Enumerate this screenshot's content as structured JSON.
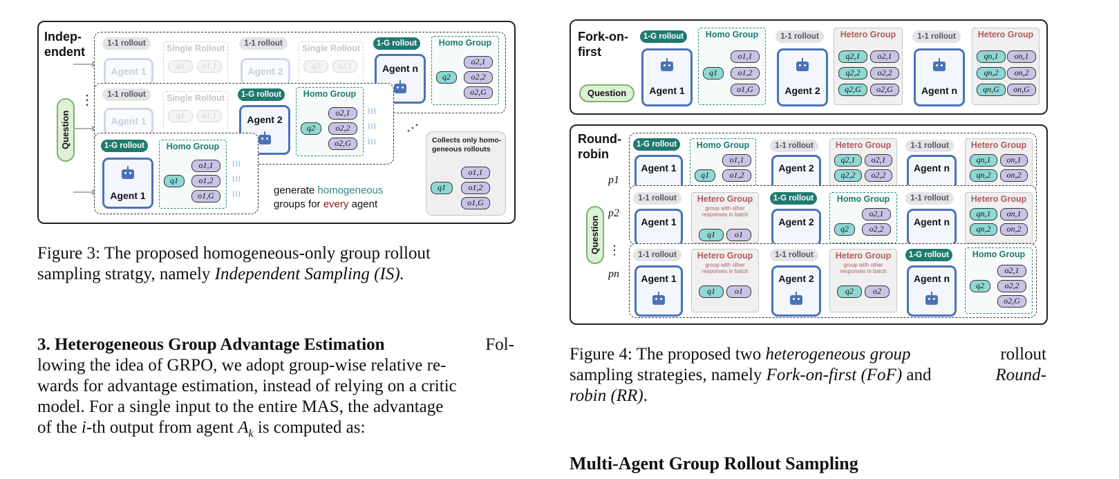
{
  "fig3": {
    "panel_title": "Indep-\nendent",
    "labels": {
      "one_one": "1-1 rollout",
      "one_g": "1-G rollout",
      "single_rollout": "Single Rollout",
      "homo_group": "Homo Group",
      "question": "Question",
      "agent_1": "Agent 1",
      "agent_2": "Agent 2",
      "agent_n": "Agent n"
    },
    "tokens": {
      "q1": "q1",
      "q2": "q2",
      "o11": "o1,1",
      "o12": "o1,2",
      "o1G": "o1,G",
      "o21": "o2,1",
      "o22": "o2,2",
      "o2G": "o2,G"
    },
    "bars": "III",
    "collect_note": "Collects only homo-\ngeneous rollouts",
    "gen_note": {
      "prefix": "generate ",
      "highlight": "homogeneous",
      "middle": "groups for ",
      "highlight2": "every",
      "suffix": " agent"
    },
    "colors": {
      "teal": "#2b8c80",
      "red": "#8b1a1a"
    }
  },
  "fig4": {
    "fof_title": "Fork-on-\nfirst",
    "rr_title": "Round-\nrobin",
    "labels": {
      "one_one": "1-1 rollout",
      "one_g": "1-G rollout",
      "homo_group": "Homo Group",
      "hetero_group": "Hetero Group",
      "hetero_note": "group with other responses in batch",
      "question": "Question",
      "agent_1": "Agent 1",
      "agent_2": "Agent 2",
      "agent_n": "Agent n"
    },
    "tokens": {
      "q1": "q1",
      "q2": "q2",
      "o1": "o1",
      "o2": "o2",
      "o11": "o1,1",
      "o12": "o1,2",
      "o1G": "o1,G",
      "q21": "q2,1",
      "q22": "q2,2",
      "q2G": "q2,G",
      "o21": "o2,1",
      "o22": "o2,2",
      "o2G": "o2,G",
      "qn1": "qn,1",
      "qn2": "qn,2",
      "qnG": "qn,G",
      "on1": "on,1",
      "on2": "on,2",
      "onG": "on,G"
    },
    "pvars": {
      "p1": "p1",
      "p2": "p2",
      "pn": "pn"
    }
  },
  "captions": {
    "fig3": "Figure 3: The proposed homogeneous-only group rollout sampling stratgy, namely Independent Sampling (IS).",
    "fig3_a": "Figure 3: The proposed homogeneous-only group rollout",
    "fig3_b": "sampling stratgy, namely ",
    "fig3_b_it": "Independent Sampling (IS).",
    "fig4_a1": "Figure 4: The proposed two ",
    "fig4_a_it": "heterogeneous group",
    "fig4_a2": " rollout",
    "fig4_b1": "sampling strategies, namely ",
    "fig4_b_it1": "Fork-on-first (FoF)",
    "fig4_b2": " and ",
    "fig4_b_it2": "Round-",
    "fig4_c_it": "robin (RR)",
    "fig4_c2": "."
  },
  "section3": {
    "heading": "3. Heterogeneous Group Advantage Estimation",
    "line1_rest": "Fol-",
    "line2": "lowing the idea of GRPO, we adopt group-wise relative re-",
    "line3": "wards for advantage estimation, instead of relying on a critic",
    "line4": "model. For a single input to the entire MAS, the advantage",
    "line5_a": "of the ",
    "line5_i": "i",
    "line5_b": "-th output from agent ",
    "line5_A": "A",
    "line5_k": "k",
    "line5_c": " is computed as:"
  },
  "next_heading": "Multi-Agent Group Rollout Sampling"
}
